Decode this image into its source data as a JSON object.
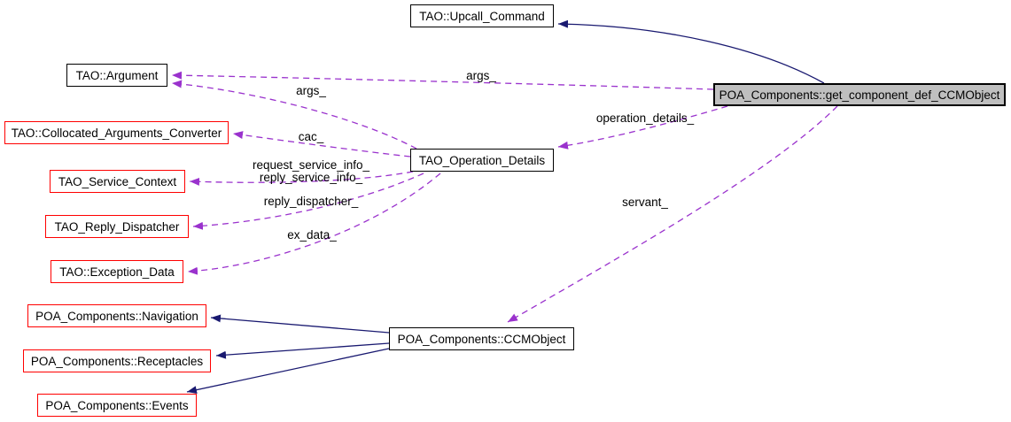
{
  "colors": {
    "background": "#ffffff",
    "inheritance_edge": "#191970",
    "usage_edge": "#9a32cd",
    "node_border": "#000000",
    "truncated_node_border": "#ff0000",
    "node_fill": "#ffffff",
    "selected_node_fill": "#bfbfbf"
  },
  "nodes": [
    {
      "id": "tao-upcall-command",
      "label": "TAO::Upcall_Command",
      "style": "plain"
    },
    {
      "id": "tao-argument",
      "label": "TAO::Argument",
      "style": "plain"
    },
    {
      "id": "tao-collocated-arguments-converter",
      "label": "TAO::Collocated_Arguments_Converter",
      "style": "red"
    },
    {
      "id": "tao-service-context",
      "label": "TAO_Service_Context",
      "style": "red"
    },
    {
      "id": "tao-reply-dispatcher",
      "label": "TAO_Reply_Dispatcher",
      "style": "red"
    },
    {
      "id": "tao-exception-data",
      "label": "TAO::Exception_Data",
      "style": "red"
    },
    {
      "id": "poa-components-navigation",
      "label": "POA_Components::Navigation",
      "style": "red"
    },
    {
      "id": "poa-components-receptacles",
      "label": "POA_Components::Receptacles",
      "style": "red"
    },
    {
      "id": "poa-components-events",
      "label": "POA_Components::Events",
      "style": "red"
    },
    {
      "id": "tao-operation-details",
      "label": "TAO_Operation_Details",
      "style": "plain"
    },
    {
      "id": "poa-components-ccmobject",
      "label": "POA_Components::CCMObject",
      "style": "plain"
    },
    {
      "id": "poa-components-get-component-def-ccmobject",
      "label": "POA_Components::get_component_def_CCMObject",
      "style": "selected"
    }
  ],
  "edges": [
    {
      "type": "inheritance",
      "from": "poa-components-get-component-def-ccmobject",
      "to": "tao-upcall-command",
      "label": ""
    },
    {
      "type": "inheritance",
      "from": "poa-components-ccmobject",
      "to": "poa-components-navigation",
      "label": ""
    },
    {
      "type": "inheritance",
      "from": "poa-components-ccmobject",
      "to": "poa-components-receptacles",
      "label": ""
    },
    {
      "type": "inheritance",
      "from": "poa-components-ccmobject",
      "to": "poa-components-events",
      "label": ""
    },
    {
      "type": "usage",
      "from": "poa-components-get-component-def-ccmobject",
      "to": "tao-argument",
      "label": "args_"
    },
    {
      "type": "usage",
      "from": "tao-operation-details",
      "to": "tao-argument",
      "label": "args_"
    },
    {
      "type": "usage",
      "from": "tao-operation-details",
      "to": "tao-collocated-arguments-converter",
      "label": "cac_"
    },
    {
      "type": "usage",
      "from": "tao-operation-details",
      "to": "tao-service-context",
      "label_lines": [
        "request_service_info_",
        "reply_service_info_"
      ]
    },
    {
      "type": "usage",
      "from": "tao-operation-details",
      "to": "tao-reply-dispatcher",
      "label": "reply_dispatcher_"
    },
    {
      "type": "usage",
      "from": "tao-operation-details",
      "to": "tao-exception-data",
      "label": "ex_data_"
    },
    {
      "type": "usage",
      "from": "poa-components-get-component-def-ccmobject",
      "to": "tao-operation-details",
      "label": "operation_details_"
    },
    {
      "type": "usage",
      "from": "poa-components-get-component-def-ccmobject",
      "to": "poa-components-ccmobject",
      "label": "servant_"
    }
  ]
}
